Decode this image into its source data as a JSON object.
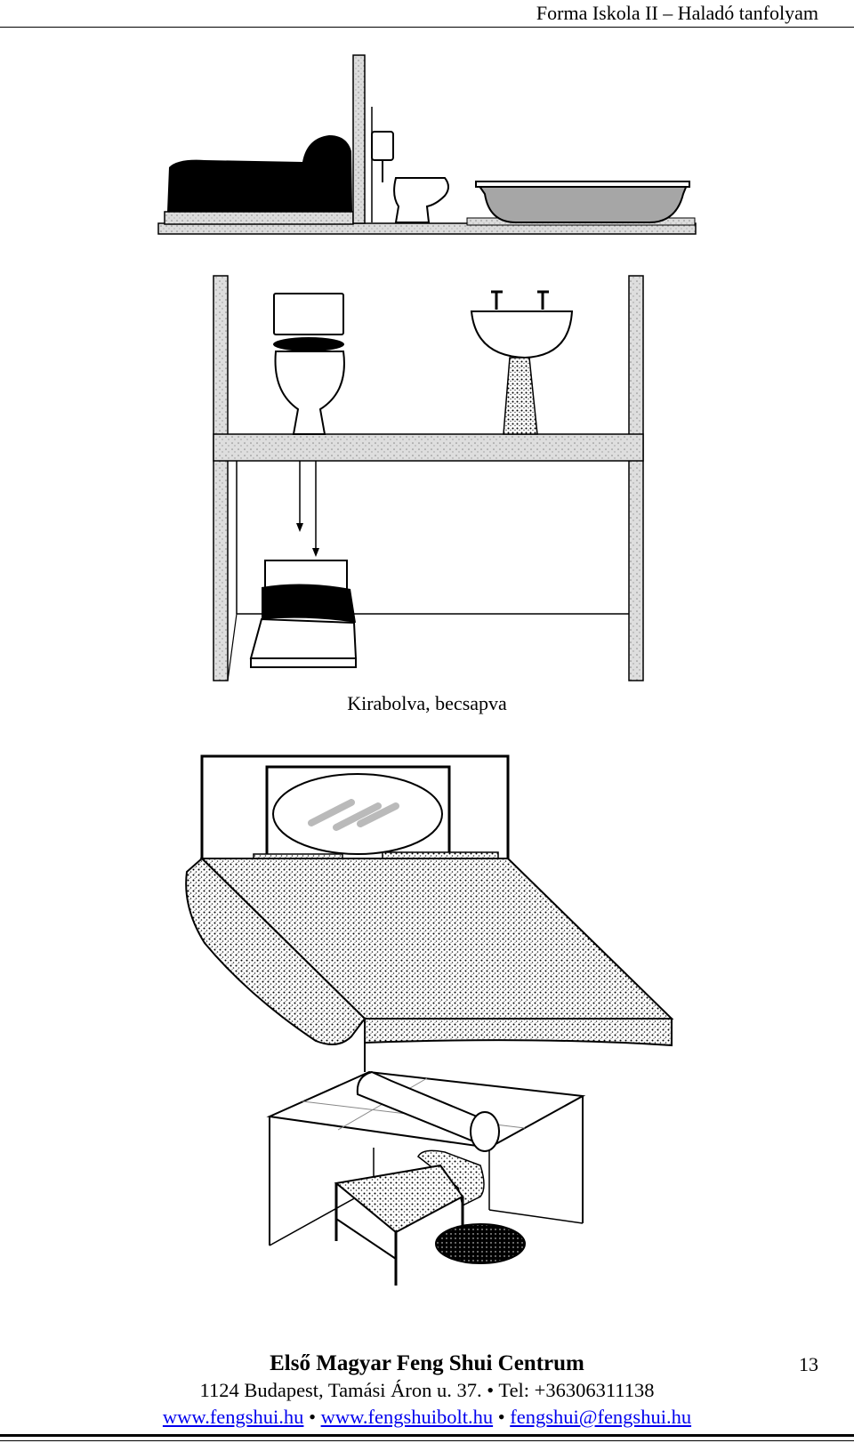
{
  "header": {
    "title": "Forma Iskola II – Haladó tanfolyam"
  },
  "figure": {
    "caption": "Kirabolva, becsapva"
  },
  "footer": {
    "org_name": "Első Magyar Feng Shui Centrum",
    "address": "1124 Budapest, Tamási Áron u. 37. • Tel: +36306311138",
    "links": [
      "www.fengshui.hu",
      "www.fengshuibolt.hu",
      "fengshui@fengshui.hu"
    ],
    "separator": " • ",
    "page_number": "13"
  },
  "colors": {
    "ink": "#000000",
    "wall_fill": "#d9d9d9",
    "tub_fill": "#a6a6a6",
    "link": "#0000ee"
  }
}
